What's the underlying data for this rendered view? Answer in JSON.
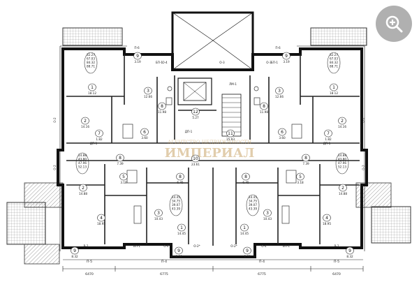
{
  "plan": {
    "rooms": [
      {
        "id": "9",
        "area": "3.19"
      },
      {
        "id": "9",
        "area": "3.19"
      },
      {
        "id": "1",
        "area": "18.12"
      },
      {
        "id": "1",
        "area": "18.12"
      },
      {
        "id": "3",
        "area": "12.66"
      },
      {
        "id": "3",
        "area": "12.66"
      },
      {
        "id": "2",
        "area": "14.16"
      },
      {
        "id": "2",
        "area": "14.16"
      },
      {
        "id": "7",
        "area": "1.82"
      },
      {
        "id": "7",
        "area": "1.82"
      },
      {
        "id": "6",
        "area": "3.60"
      },
      {
        "id": "6",
        "area": "3.60"
      },
      {
        "id": "8",
        "area": "11.98"
      },
      {
        "id": "8",
        "area": "11.98"
      },
      {
        "id": "12",
        "area": "5.27"
      },
      {
        "id": "11",
        "area": "15.93"
      },
      {
        "id": "10",
        "area": "23.61"
      },
      {
        "id": "8",
        "area": "7.39"
      },
      {
        "id": "8",
        "area": "7.39"
      },
      {
        "id": "2",
        "area": "14.88"
      },
      {
        "id": "2",
        "area": "14.88"
      },
      {
        "id": "5",
        "area": "3.18"
      },
      {
        "id": "5",
        "area": "3.18"
      },
      {
        "id": "8",
        "area": "6.45"
      },
      {
        "id": "8",
        "area": "6.45"
      },
      {
        "id": "4",
        "area": "18.95"
      },
      {
        "id": "4",
        "area": "18.95"
      },
      {
        "id": "3",
        "area": "10.43"
      },
      {
        "id": "3",
        "area": "10.43"
      },
      {
        "id": "1",
        "area": "14.45"
      },
      {
        "id": "1",
        "area": "14.45"
      },
      {
        "id": "9",
        "area": "8.32"
      },
      {
        "id": "9",
        "area": "8.32"
      },
      {
        "id": "9",
        "area": "8.66"
      },
      {
        "id": "9",
        "area": "8.66"
      }
    ],
    "apartment_summaries": [
      {
        "lines": [
          "32.27",
          "67.03",
          "84.32",
          "88.71"
        ]
      },
      {
        "lines": [
          "32.27",
          "67.03",
          "84.32",
          "88.71"
        ]
      },
      {
        "lines": [
          "14.88",
          "43.80",
          "47.96",
          "52.13"
        ]
      },
      {
        "lines": [
          "14.88",
          "43.80",
          "47.96",
          "52.13"
        ]
      },
      {
        "lines": [
          "14.45",
          "34.75",
          "39.07",
          "43.39"
        ]
      },
      {
        "lines": [
          "14.45",
          "34.75",
          "39.07",
          "43.39"
        ]
      }
    ],
    "element_tags": [
      "П-6",
      "П-6",
      "О-4",
      "О-3",
      "О-3",
      "БП-1",
      "БП-1",
      "ДП-1",
      "ДП-1",
      "ДП-1",
      "В-2",
      "В-2",
      "БП-1",
      "БП-1",
      "О-4",
      "О-4",
      "О-2*",
      "О-2*",
      "О-2",
      "О-2",
      "О-2",
      "О-2"
    ],
    "ladder_tag": "ЛМ-1",
    "axis_labels": [
      "П-5",
      "П-4",
      "П-4",
      "П-5"
    ],
    "dimensions": [
      "6470",
      "6775",
      "6775",
      "6470"
    ],
    "watermark": {
      "line1": "АГЕНТСТВО НЕДВИЖИМОСТИ",
      "line2": "ИМПЕРИАЛ"
    }
  },
  "ui": {
    "zoom_icon": "zoom-in-icon"
  }
}
